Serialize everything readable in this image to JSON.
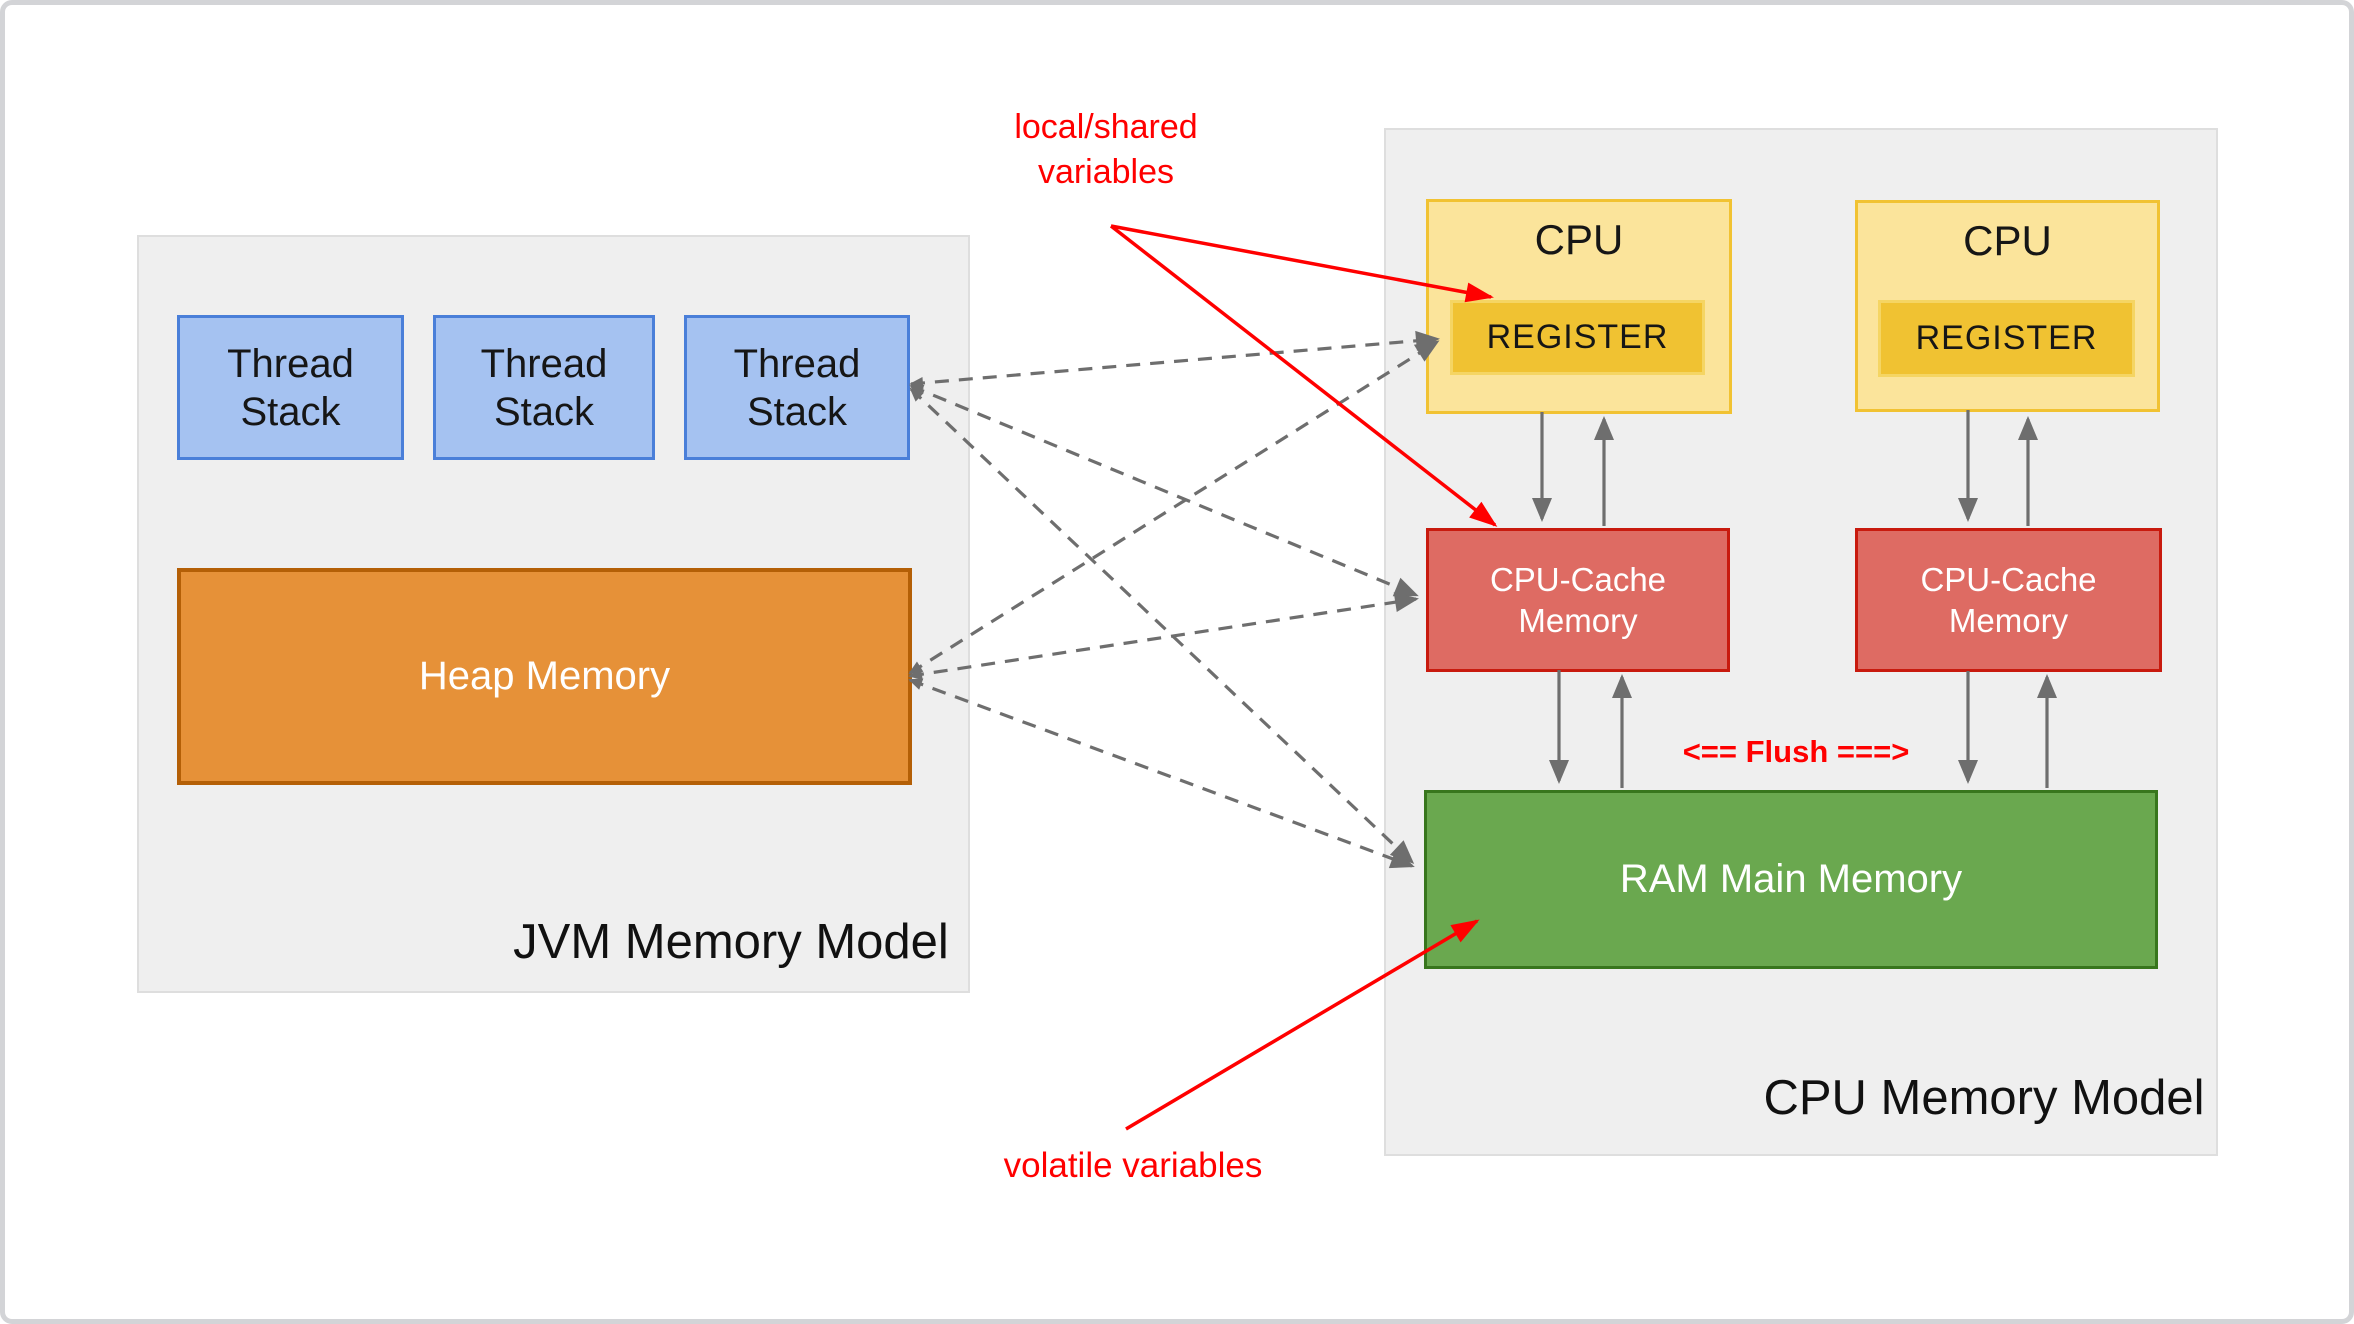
{
  "jvm": {
    "title": "JVM Memory Model",
    "thread_stacks": [
      "Thread Stack",
      "Thread Stack",
      "Thread Stack"
    ],
    "heap_label": "Heap Memory"
  },
  "cpu": {
    "title": "CPU Memory Model",
    "units": [
      {
        "cpu": "CPU",
        "register": "REGISTER",
        "cache": "CPU-Cache Memory"
      },
      {
        "cpu": "CPU",
        "register": "REGISTER",
        "cache": "CPU-Cache Memory"
      }
    ],
    "ram_label": "RAM Main Memory",
    "flush_label": "<== Flush ===>"
  },
  "annotations": {
    "local_shared_line1": "local/shared",
    "local_shared_line2": "variables",
    "volatile": "volatile variables"
  },
  "colors": {
    "annotation_red": "#FF0000",
    "arrow_gray": "#6E6E6E",
    "panel_bg": "#EFEFEF",
    "thread_stack_fill": "#A5C2F1",
    "thread_stack_border": "#4A7FD9",
    "heap_fill": "#E69138",
    "heap_border": "#B45F06",
    "cpu_fill": "#FBE49B",
    "cpu_border": "#F1C232",
    "register_fill": "#F0C232",
    "cache_fill": "#DE6B63",
    "cache_border": "#C81A0E",
    "ram_fill": "#6AA84F",
    "ram_border": "#38761D"
  }
}
